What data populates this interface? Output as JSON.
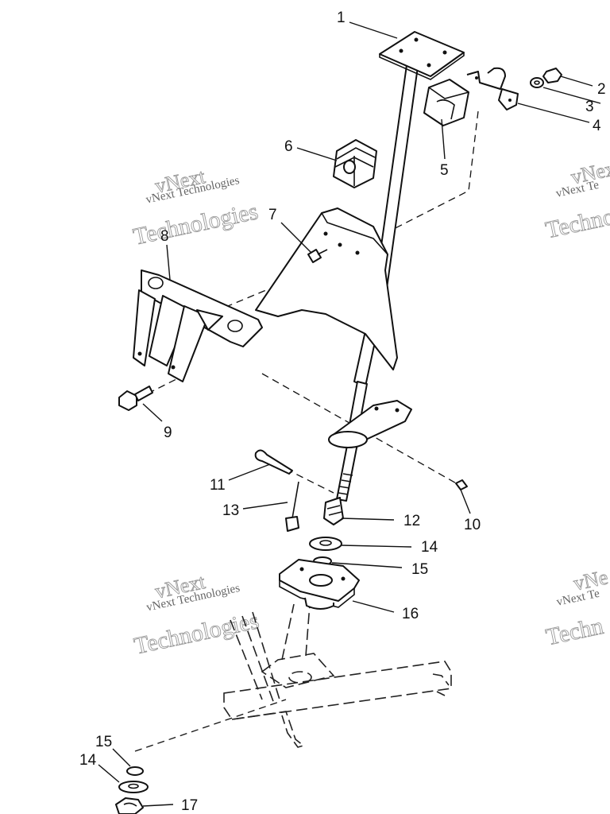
{
  "watermarks": [
    {
      "big1": "vNext",
      "small": "vNext Technologies",
      "big2": "Technologies"
    },
    {
      "big1": "vNext",
      "small": "vNext Te",
      "big2": "Techno"
    },
    {
      "big1": "vNext",
      "small": "vNext Technologies",
      "big2": "Technologies"
    },
    {
      "big1": "vNe",
      "small": "vNext Te",
      "big2": "Techn"
    }
  ],
  "callouts": {
    "c1": "1",
    "c2": "2",
    "c3": "3",
    "c4": "4",
    "c5": "5",
    "c6": "6",
    "c7": "7",
    "c8": "8",
    "c9": "9",
    "c10": "10",
    "c11": "11",
    "c12": "12",
    "c13": "13",
    "c14a": "14",
    "c15a": "15",
    "c16": "16",
    "c15b": "15",
    "c14b": "14",
    "c17": "17"
  }
}
